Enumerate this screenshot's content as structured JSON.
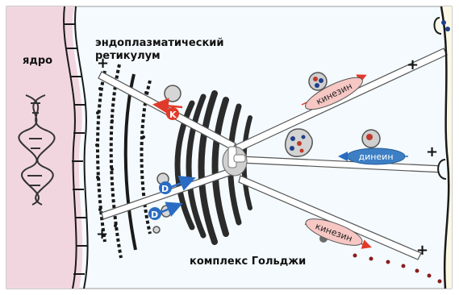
{
  "labels": {
    "nucleus": "ядро",
    "er_line1": "эндоплазматический",
    "er_line2": "ретикулум",
    "golgi": "комплекс Гольджи"
  },
  "motors": {
    "kinesin_top": "кинезин",
    "dynein": "динеин",
    "kinesin_bottom": "кинезин"
  },
  "markers": {
    "plus": "+",
    "k": "K",
    "d": "D"
  },
  "colors": {
    "nucleus": "#f1d6e0",
    "cytoplasm": "#f4fafd",
    "membrane_right": "#fbf8e6",
    "kinesin": "#f6c7c3",
    "dynein": "#3d7fc4",
    "cargo_red": "#c0392b",
    "cargo_blue": "#1f3f8a",
    "arrow_red": "#e23a2a",
    "arrow_blue": "#2a6cc4"
  }
}
